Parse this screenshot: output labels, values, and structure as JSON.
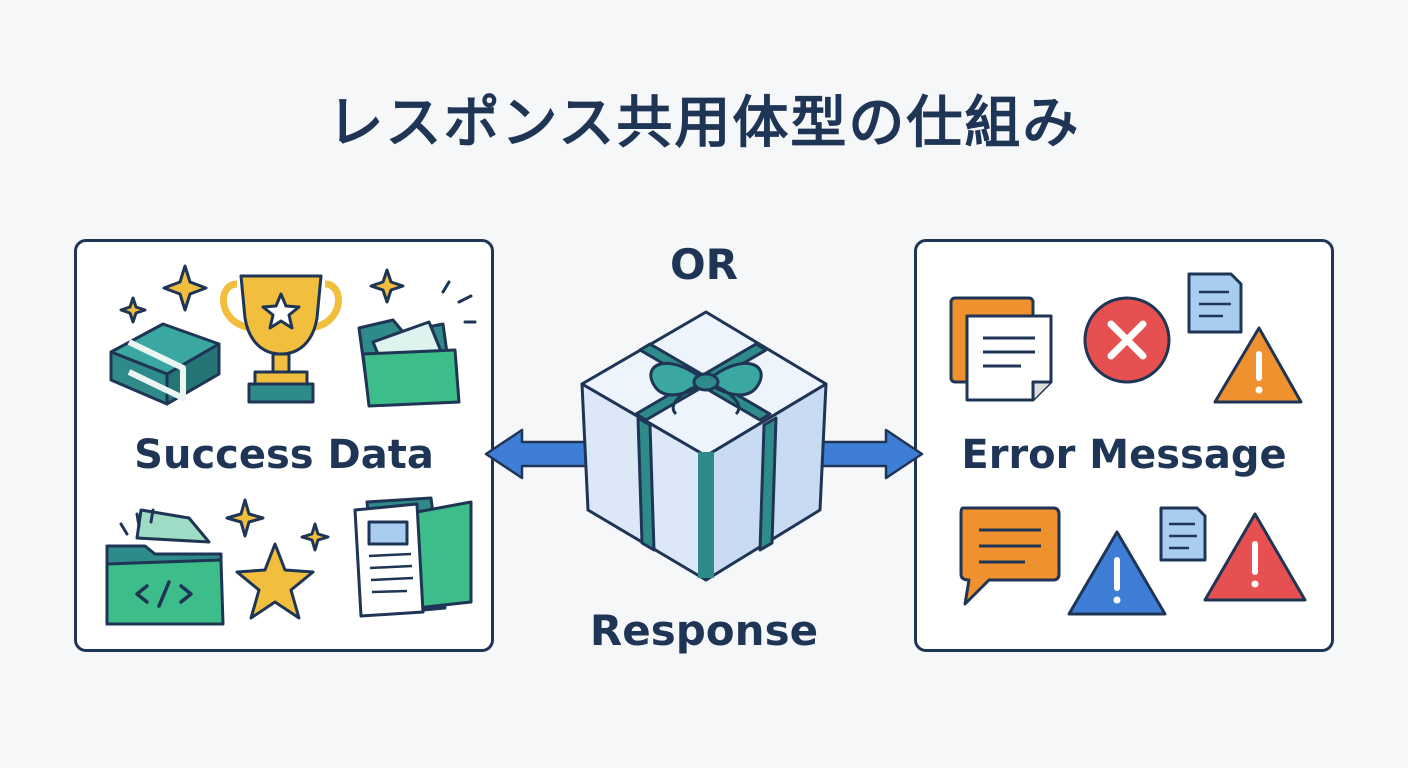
{
  "title": "レスポンス共用体型の仕組み",
  "left_panel": {
    "label": "Success Data"
  },
  "right_panel": {
    "label": "Error Message"
  },
  "center": {
    "or_label": "OR",
    "response_label": "Response"
  },
  "colors": {
    "navy": "#1f3556",
    "teal": "#2e8b8a",
    "green": "#3dbd8a",
    "gold": "#f2be3e",
    "blue_arrow": "#3f7ed6",
    "red": "#e65050",
    "orange": "#f0912f",
    "light_blue": "#a9cdf1"
  },
  "icons": {
    "left": [
      "sparkle-icon",
      "box-icon",
      "trophy-icon",
      "folder-icon",
      "code-folder-icon",
      "star-icon",
      "document-icon"
    ],
    "right": [
      "documents-icon",
      "error-x-icon",
      "note-icon",
      "warning-icon",
      "chat-icon"
    ],
    "center": [
      "gift-box-icon",
      "double-arrow-icon"
    ]
  }
}
